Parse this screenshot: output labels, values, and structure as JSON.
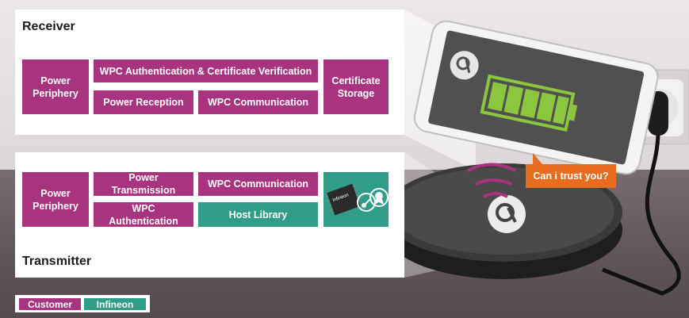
{
  "receiver": {
    "title": "Receiver",
    "power_periphery": "Power Periphery",
    "wpc_auth_cert": "WPC Authentication & Certificate Verification",
    "power_reception": "Power Reception",
    "wpc_communication": "WPC Communication",
    "certificate_storage": "Certificate Storage"
  },
  "transmitter": {
    "title": "Transmitter",
    "power_periphery": "Power Periphery",
    "power_transmission": "Power Transmission",
    "wpc_communication": "WPC Communication",
    "wpc_authentication": "WPC Authentication",
    "host_library": "Host Library",
    "chip_brand": "infineon"
  },
  "legend": {
    "customer": "Customer",
    "infineon": "Infineon"
  },
  "speech_bubble": "Can i trust you?",
  "colors": {
    "customer": "#a8337e",
    "infineon": "#2f9d87",
    "bubble": "#e86c1f",
    "battery": "#8cc63f"
  },
  "icons": [
    "qi-logo-icon",
    "battery-icon",
    "power-socket-icon",
    "plug-icon",
    "key-icon",
    "certificate-badge-icon",
    "security-chip-icon"
  ]
}
